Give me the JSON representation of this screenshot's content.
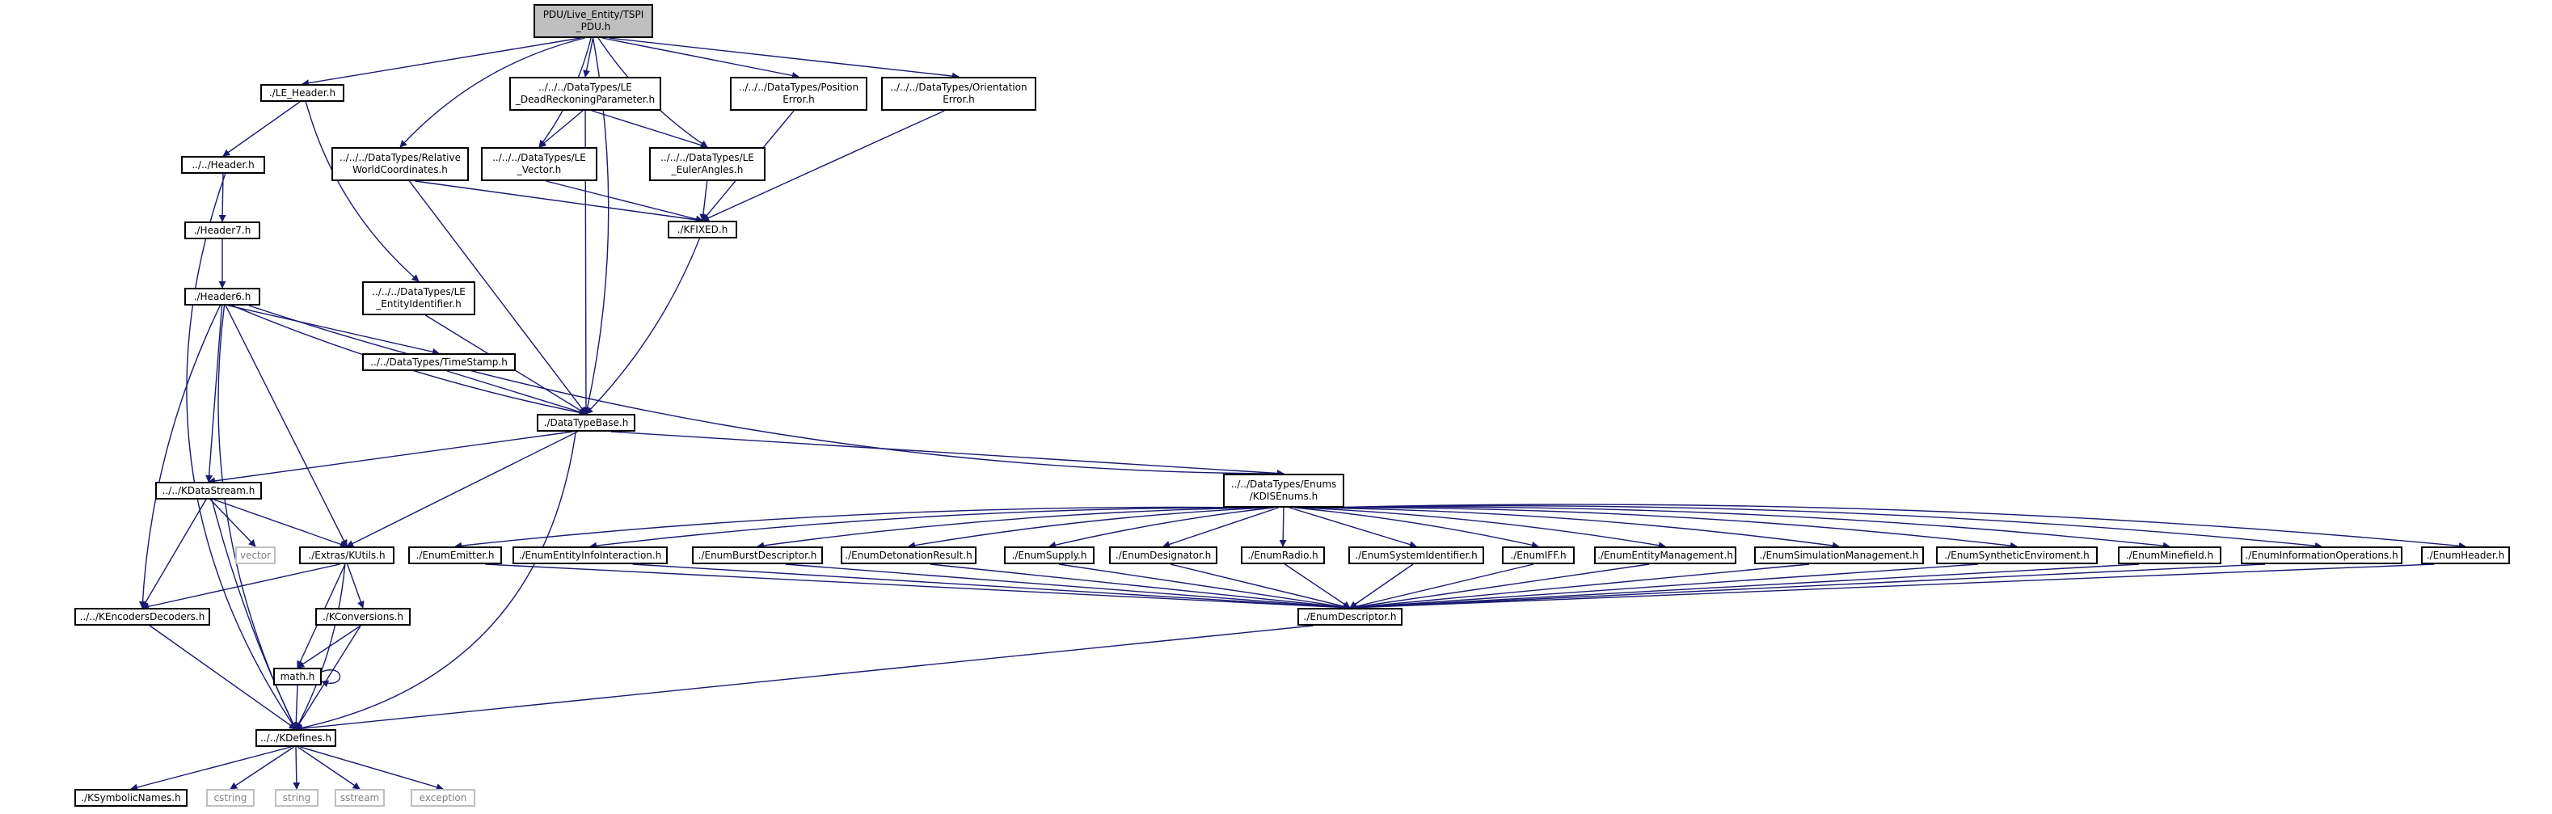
{
  "diagram": {
    "edge_color": "#191970",
    "root_fill": "#bfbfbf",
    "nodes": {
      "root": "PDU/Live_Entity/TSPI\n_PDU.h",
      "le_header": "./LE_Header.h",
      "rwc": "../../../DataTypes/Relative\nWorldCoordinates.h",
      "lev": "../../../DataTypes/LE\n_Vector.h",
      "dead": "../../../DataTypes/LE\n_DeadReckoningParameter.h",
      "euler": "../../../DataTypes/LE\n_EulerAngles.h",
      "poserr": "../../../DataTypes/Position\nError.h",
      "orierr": "../../../DataTypes/Orientation\nError.h",
      "header": "../../Header.h",
      "kfixed": "./KFIXED.h",
      "header7": "./Header7.h",
      "header6": "./Header6.h",
      "entid": "../../../DataTypes/LE\n_EntityIdentifier.h",
      "timestamp": "../../DataTypes/TimeStamp.h",
      "dtb": "./DataTypeBase.h",
      "kdis": "../../DataTypes/Enums\n/KDISEnums.h",
      "kdata": "../../KDataStream.h",
      "vector": "vector",
      "utils": "./Extras/KUtils.h",
      "emitter": "./EnumEmitter.h",
      "entinfo": "./EnumEntityInfoInteraction.h",
      "burst": "./EnumBurstDescriptor.h",
      "deton": "./EnumDetonationResult.h",
      "supply": "./EnumSupply.h",
      "desig": "./EnumDesignator.h",
      "radio": "./EnumRadio.h",
      "sysid": "./EnumSystemIdentifier.h",
      "iff": "./EnumIFF.h",
      "entmgmt": "./EnumEntityManagement.h",
      "simmgmt": "./EnumSimulationManagement.h",
      "synth": "./EnumSyntheticEnviroment.h",
      "mine": "./EnumMinefield.h",
      "infoop": "./EnumInformationOperations.h",
      "enumhdr": "./EnumHeader.h",
      "encdec": "../../KEncodersDecoders.h",
      "kconv": "./KConversions.h",
      "enumdesc": "./EnumDescriptor.h",
      "math": "math.h",
      "kdefines": "../../KDefines.h",
      "symnames": "./KSymbolicNames.h",
      "cstring": "cstring",
      "string": "string",
      "sstream": "sstream",
      "exception": "exception"
    }
  }
}
